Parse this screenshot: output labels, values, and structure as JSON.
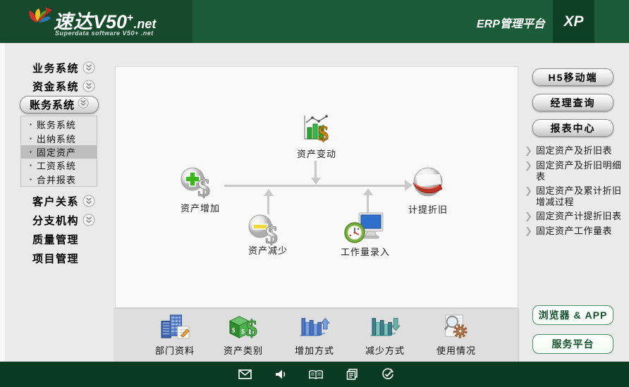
{
  "header": {
    "logo": {
      "brand": "速达",
      "version": "V50",
      "plus": "+",
      "suffix": ".net",
      "subtitle": "Superdata software V50+ .net"
    },
    "platform": "ERP管理平台",
    "edition": "XP"
  },
  "colors": {
    "header_green": "#1B5B38",
    "header_dark_green": "#17492C",
    "edition_box_green": "#0D4024",
    "statusbar_green": "#0A3A21",
    "button_green_border": "#4A9168",
    "button_green_text": "#14532D",
    "arrow_gray": "#C9C9C9",
    "submenu_selected_gray": "#BDBDBD"
  },
  "sidebar": {
    "groups": [
      {
        "label": "业务系统"
      },
      {
        "label": "资金系统"
      },
      {
        "label": "账务系统"
      },
      {
        "label": "客户关系"
      },
      {
        "label": "分支机构"
      },
      {
        "label": "质量管理"
      },
      {
        "label": "项目管理"
      }
    ],
    "submenu": {
      "bullet": "▪",
      "items": [
        {
          "label": "账务系统"
        },
        {
          "label": "出纳系统"
        },
        {
          "label": "固定资产"
        },
        {
          "label": "工资系统"
        },
        {
          "label": "合并报表"
        }
      ],
      "selected": "固定资产"
    }
  },
  "flowchart": {
    "nodes": [
      {
        "id": "asset-change",
        "label": "资产变动"
      },
      {
        "id": "asset-increase",
        "label": "资产增加"
      },
      {
        "id": "asset-decrease",
        "label": "资产减少"
      },
      {
        "id": "workload-entry",
        "label": "工作量录入"
      },
      {
        "id": "depreciation",
        "label": "计提折旧"
      }
    ]
  },
  "toolbar": {
    "items": [
      {
        "label": "部门资料",
        "icon": "department-buildings-icon"
      },
      {
        "label": "资产类别",
        "icon": "asset-category-cube-icon"
      },
      {
        "label": "增加方式",
        "icon": "increase-method-chart-icon"
      },
      {
        "label": "减少方式",
        "icon": "decrease-method-chart-icon"
      },
      {
        "label": "使用情况",
        "icon": "usage-status-gear-icon"
      }
    ]
  },
  "right_panel": {
    "buttons": [
      {
        "label": "H5移动端"
      },
      {
        "label": "经理查询"
      },
      {
        "label": "报表中心"
      }
    ],
    "link_chevron": "❯",
    "links": [
      {
        "label": "固定资产及折旧表"
      },
      {
        "label": "固定资产及折旧明细表"
      },
      {
        "label": "固定资产及累计折旧增减过程"
      },
      {
        "label": "固定资产计提折旧表"
      },
      {
        "label": "固定资产工作量表"
      }
    ],
    "bottom_buttons": [
      {
        "label": "浏览器 & APP"
      },
      {
        "label": "服务平台"
      }
    ]
  },
  "statusbar": {
    "icons": [
      "mail",
      "sound",
      "address-book",
      "documents",
      "task-check"
    ]
  }
}
